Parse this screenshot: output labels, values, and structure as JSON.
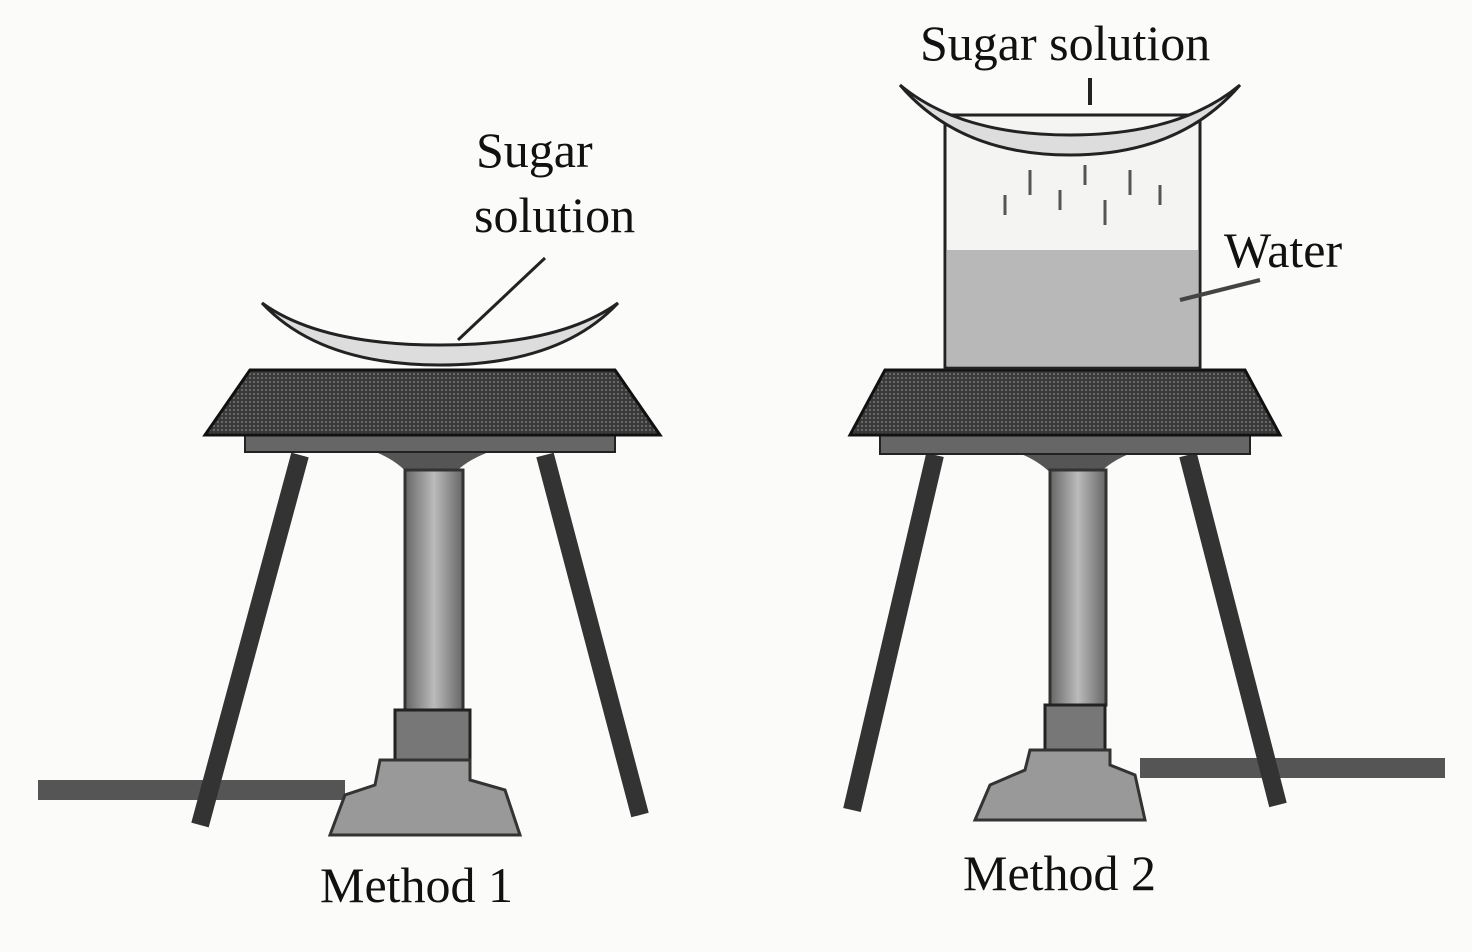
{
  "method1": {
    "label": "Method 1",
    "dish_label_line1": "Sugar",
    "dish_label_line2": "solution"
  },
  "method2": {
    "label": "Method 2",
    "dish_label": "Sugar solution",
    "water_label": "Water"
  },
  "colors": {
    "ink": "#111111",
    "gauze": "#2a2a2a",
    "metal": "#8a8a8a",
    "water": "#b8b8b8"
  }
}
